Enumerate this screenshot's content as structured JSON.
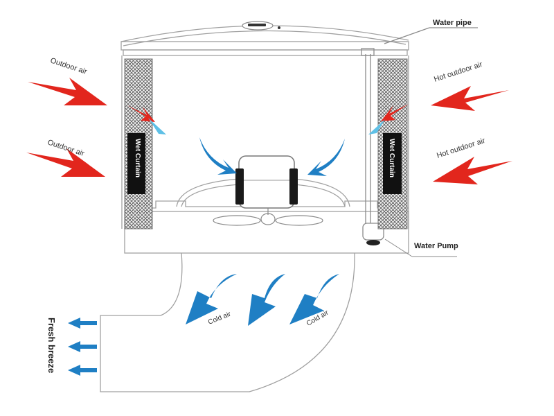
{
  "labels": {
    "outdoor_air_1": "Outdoor air",
    "outdoor_air_2": "Outdoor air",
    "hot_outdoor_air_1": "Hot outdoor air",
    "hot_outdoor_air_2": "Hot outdoor air",
    "water_pipe": "Water pipe",
    "water_pump": "Water Pump",
    "wet_curtain_left": "Wet Curtain",
    "wet_curtain_right": "Wet Curtain",
    "cold_air_1": "Cold air",
    "cold_air_2": "Cold air",
    "fresh_breeze": "Fresh breeze"
  },
  "colors": {
    "hot_arrow": "#e2261d",
    "cold_arrow": "#1f7fc4",
    "light_cold_arrow": "#5fc0e6",
    "outline": "#9a9a9a",
    "curtain_mesh": "#555555"
  }
}
